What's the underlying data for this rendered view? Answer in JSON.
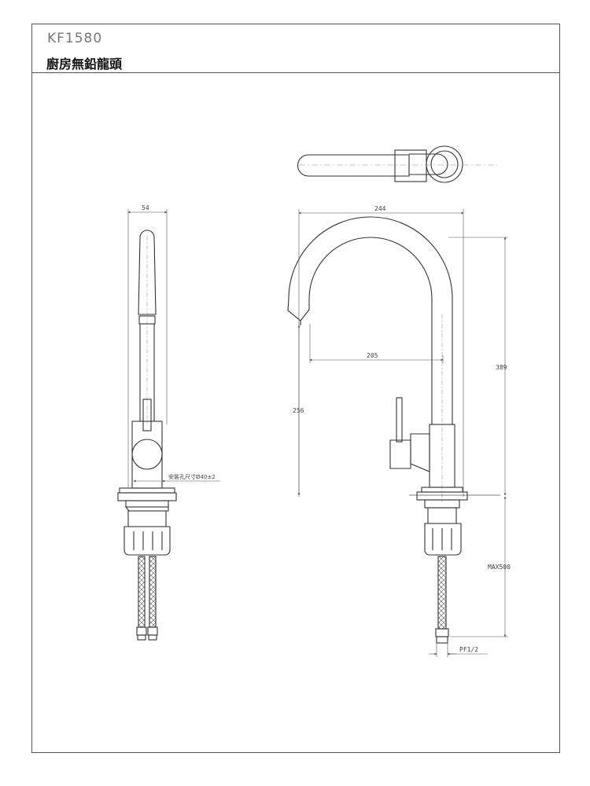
{
  "sheet": {
    "model_code": "KF1580",
    "product_name": "廚房無鉛龍頭"
  },
  "dimensions": {
    "side_width": "54",
    "mount_hole": "安裝孔尺寸Ø40±2",
    "overall_width": "244",
    "spout_reach": "205",
    "total_height": "389",
    "spout_height": "256",
    "hose_length": "MAX500",
    "connection": "PF1/2"
  },
  "colors": {
    "line": "#333333",
    "dim_line": "#555555"
  }
}
